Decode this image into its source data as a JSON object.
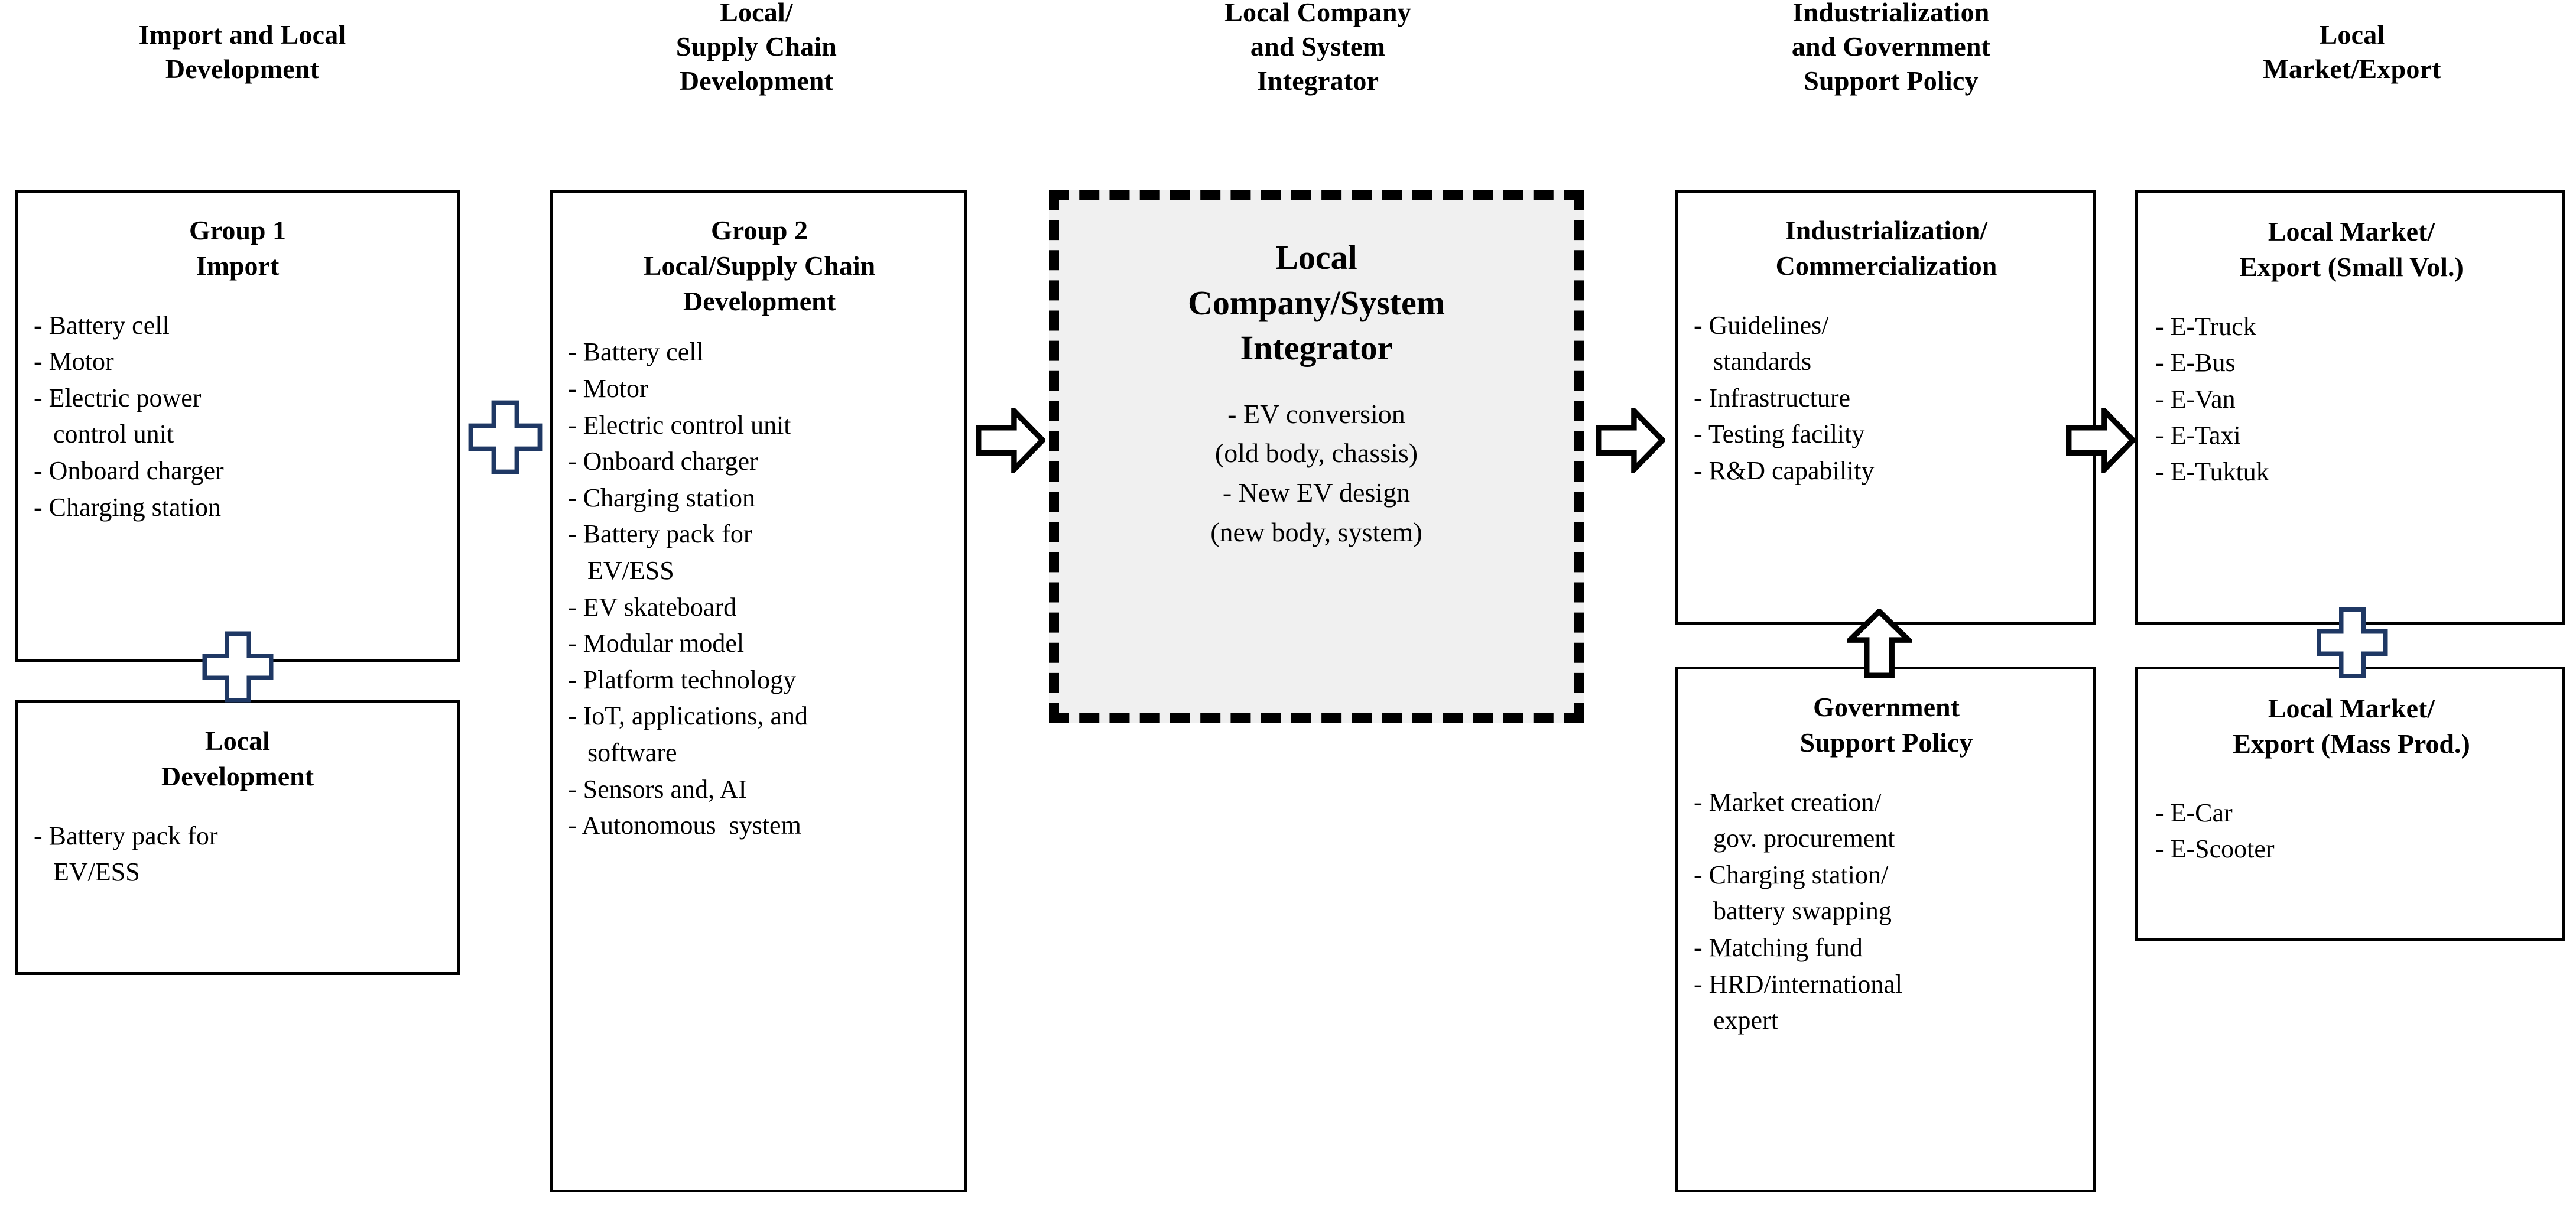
{
  "diagram": {
    "title": "EV industry development value-chain diagram",
    "accent_color": "#1F3864",
    "line_color": "#000000",
    "highlight_fill": "#F0F0F0"
  },
  "columns": [
    {
      "header": "Import and Local\nDevelopment"
    },
    {
      "header": "Local/\nSupply Chain\nDevelopment"
    },
    {
      "header": "Local Company\nand System\nIntegrator"
    },
    {
      "header": "Industrialization\nand Government\nSupport Policy"
    },
    {
      "header": "Local\nMarket/Export"
    }
  ],
  "boxes": {
    "group1": {
      "title": "Group 1\nImport",
      "items": [
        "- Battery cell",
        "- Motor",
        "- Electric power\n   control unit",
        "- Onboard charger",
        "- Charging station"
      ]
    },
    "local_development": {
      "title": "Local\nDevelopment",
      "items": [
        "- Battery pack for\n   EV/ESS"
      ]
    },
    "group2": {
      "title": "Group 2\nLocal/Supply Chain\nDevelopment",
      "items": [
        "- Battery cell",
        "- Motor",
        "- Electric control unit",
        "- Onboard charger",
        "- Charging station",
        "- Battery pack for\n   EV/ESS",
        "- EV skateboard",
        "- Modular model",
        "- Platform technology",
        "- IoT, applications, and\n   software",
        "- Sensors and, AI",
        "- Autonomous  system"
      ]
    },
    "integrator": {
      "title": "Local\nCompany/System\nIntegrator",
      "items": [
        "- EV conversion",
        "(old body, chassis)",
        "- New EV design",
        "(new body, system)"
      ]
    },
    "industrialization": {
      "title": "Industrialization/\nCommercialization",
      "items": [
        "- Guidelines/\n   standards",
        "- Infrastructure",
        "- Testing facility",
        "- R&D capability"
      ]
    },
    "gov_policy": {
      "title": "Government\nSupport Policy",
      "items": [
        "- Market creation/\n   gov. procurement",
        "- Charging station/\n   battery swapping",
        "- Matching fund",
        "- HRD/international\n   expert"
      ]
    },
    "market_small": {
      "title": "Local Market/\nExport (Small Vol.)",
      "items": [
        "- E-Truck",
        "- E-Bus",
        "- E-Van",
        "- E-Taxi",
        "- E-Tuktuk"
      ]
    },
    "market_mass": {
      "title": "Local Market/\nExport (Mass Prod.)",
      "items": [
        "- E-Car",
        "- E-Scooter"
      ]
    }
  },
  "connectors": [
    {
      "kind": "plus",
      "name": "plus-group1-group2"
    },
    {
      "kind": "plus",
      "name": "plus-group1-localdev"
    },
    {
      "kind": "arrow-right",
      "name": "arrow-group2-integrator"
    },
    {
      "kind": "arrow-right",
      "name": "arrow-integrator-industrialization"
    },
    {
      "kind": "arrow-up",
      "name": "arrow-govpolicy-industrialization"
    },
    {
      "kind": "arrow-right",
      "name": "arrow-industrialization-market"
    },
    {
      "kind": "plus",
      "name": "plus-market-small-mass"
    }
  ]
}
